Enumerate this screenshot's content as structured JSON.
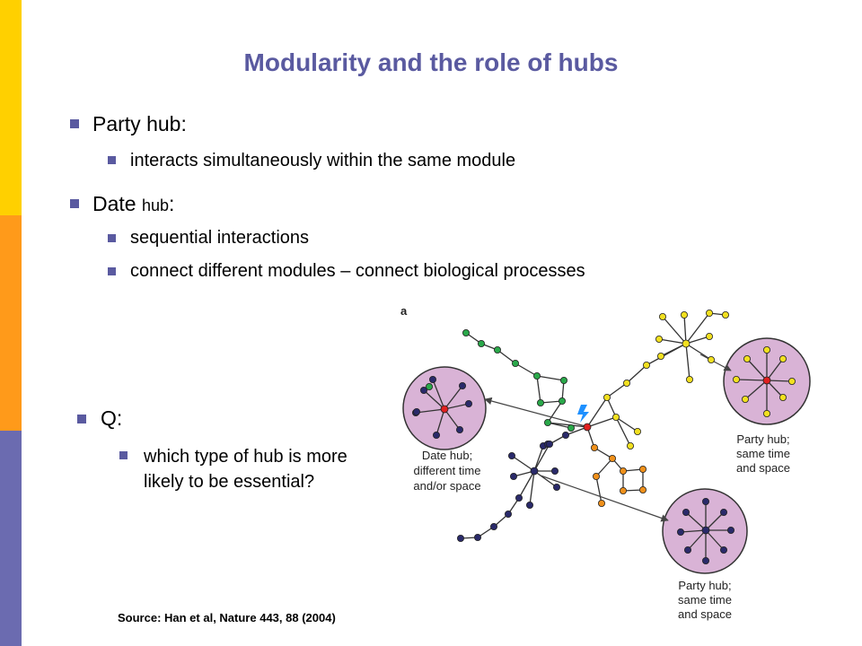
{
  "slide": {
    "title": "Modularity and the role of hubs",
    "sidebar_colors": [
      "#ffd000",
      "#ff9a1a",
      "#6b6bb0"
    ],
    "accent": "#5a5aa0"
  },
  "bullets": {
    "party_hub": {
      "label": "Party hub:",
      "sub": [
        "interacts simultaneously within the same module"
      ]
    },
    "date_hub": {
      "label_main": "Date ",
      "label_small": "hub",
      "label_colon": ":",
      "sub": [
        "sequential interactions",
        "connect different modules – connect biological processes"
      ]
    },
    "question": {
      "label": "Q:",
      "text": "which type of hub is more likely to be essential?"
    }
  },
  "figure": {
    "panel_label": "a",
    "labels": {
      "date_hub": [
        "Date hub;",
        "different time",
        "and/or space"
      ],
      "party_hub_top": [
        "Party hub;",
        "same time",
        "and space"
      ],
      "party_hub_bottom": [
        "Party hub;",
        "same time",
        "and space"
      ]
    },
    "colors": {
      "module_fill": "#d9b3d6",
      "hub_red": "#e02020",
      "yellow": "#f2e020",
      "green": "#2aa84a",
      "navy": "#2a2a6a",
      "orange": "#f0901a",
      "bolt": "#1e90ff"
    }
  },
  "source": "Source: Han et al, Nature 443, 88 (2004)"
}
